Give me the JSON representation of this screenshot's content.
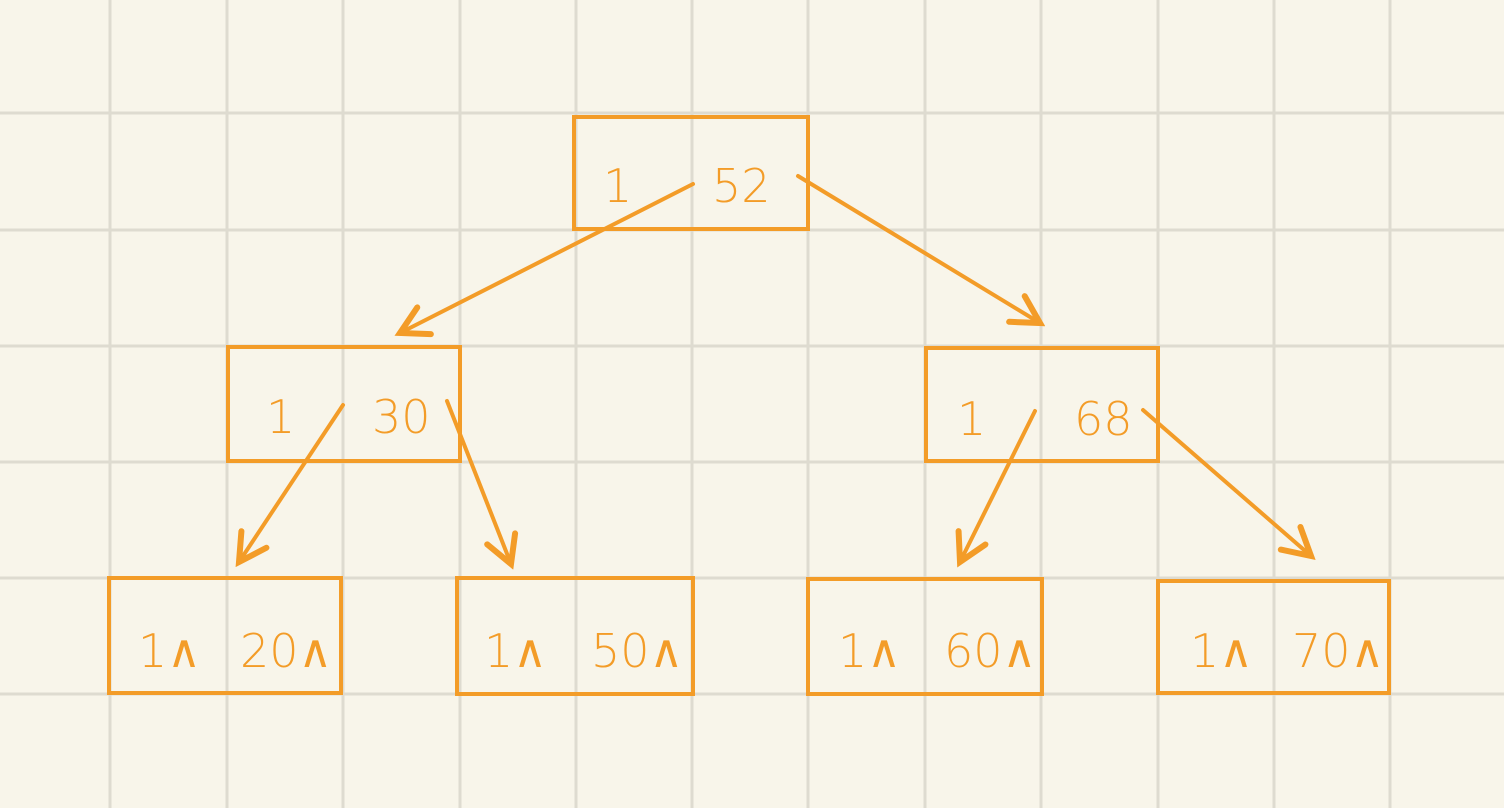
{
  "colors": {
    "background": "#f8f5ea",
    "grid": "#dedbd0",
    "ink": "#f39c28"
  },
  "tree": {
    "nodes": [
      {
        "id": "root",
        "left": "1",
        "right": "52"
      },
      {
        "id": "n30",
        "left": "1",
        "right": "30"
      },
      {
        "id": "n68",
        "left": "1",
        "right": "68"
      },
      {
        "id": "n20",
        "left": "1∧",
        "right": "20∧"
      },
      {
        "id": "n50",
        "left": "1∧",
        "right": "50∧"
      },
      {
        "id": "n60",
        "left": "1∧",
        "right": "60∧"
      },
      {
        "id": "n70",
        "left": "1∧",
        "right": "70∧"
      }
    ],
    "edges": [
      {
        "from": "root",
        "to": "n30"
      },
      {
        "from": "root",
        "to": "n68"
      },
      {
        "from": "n30",
        "to": "n20"
      },
      {
        "from": "n30",
        "to": "n50"
      },
      {
        "from": "n68",
        "to": "n60"
      },
      {
        "from": "n68",
        "to": "n70"
      }
    ]
  }
}
